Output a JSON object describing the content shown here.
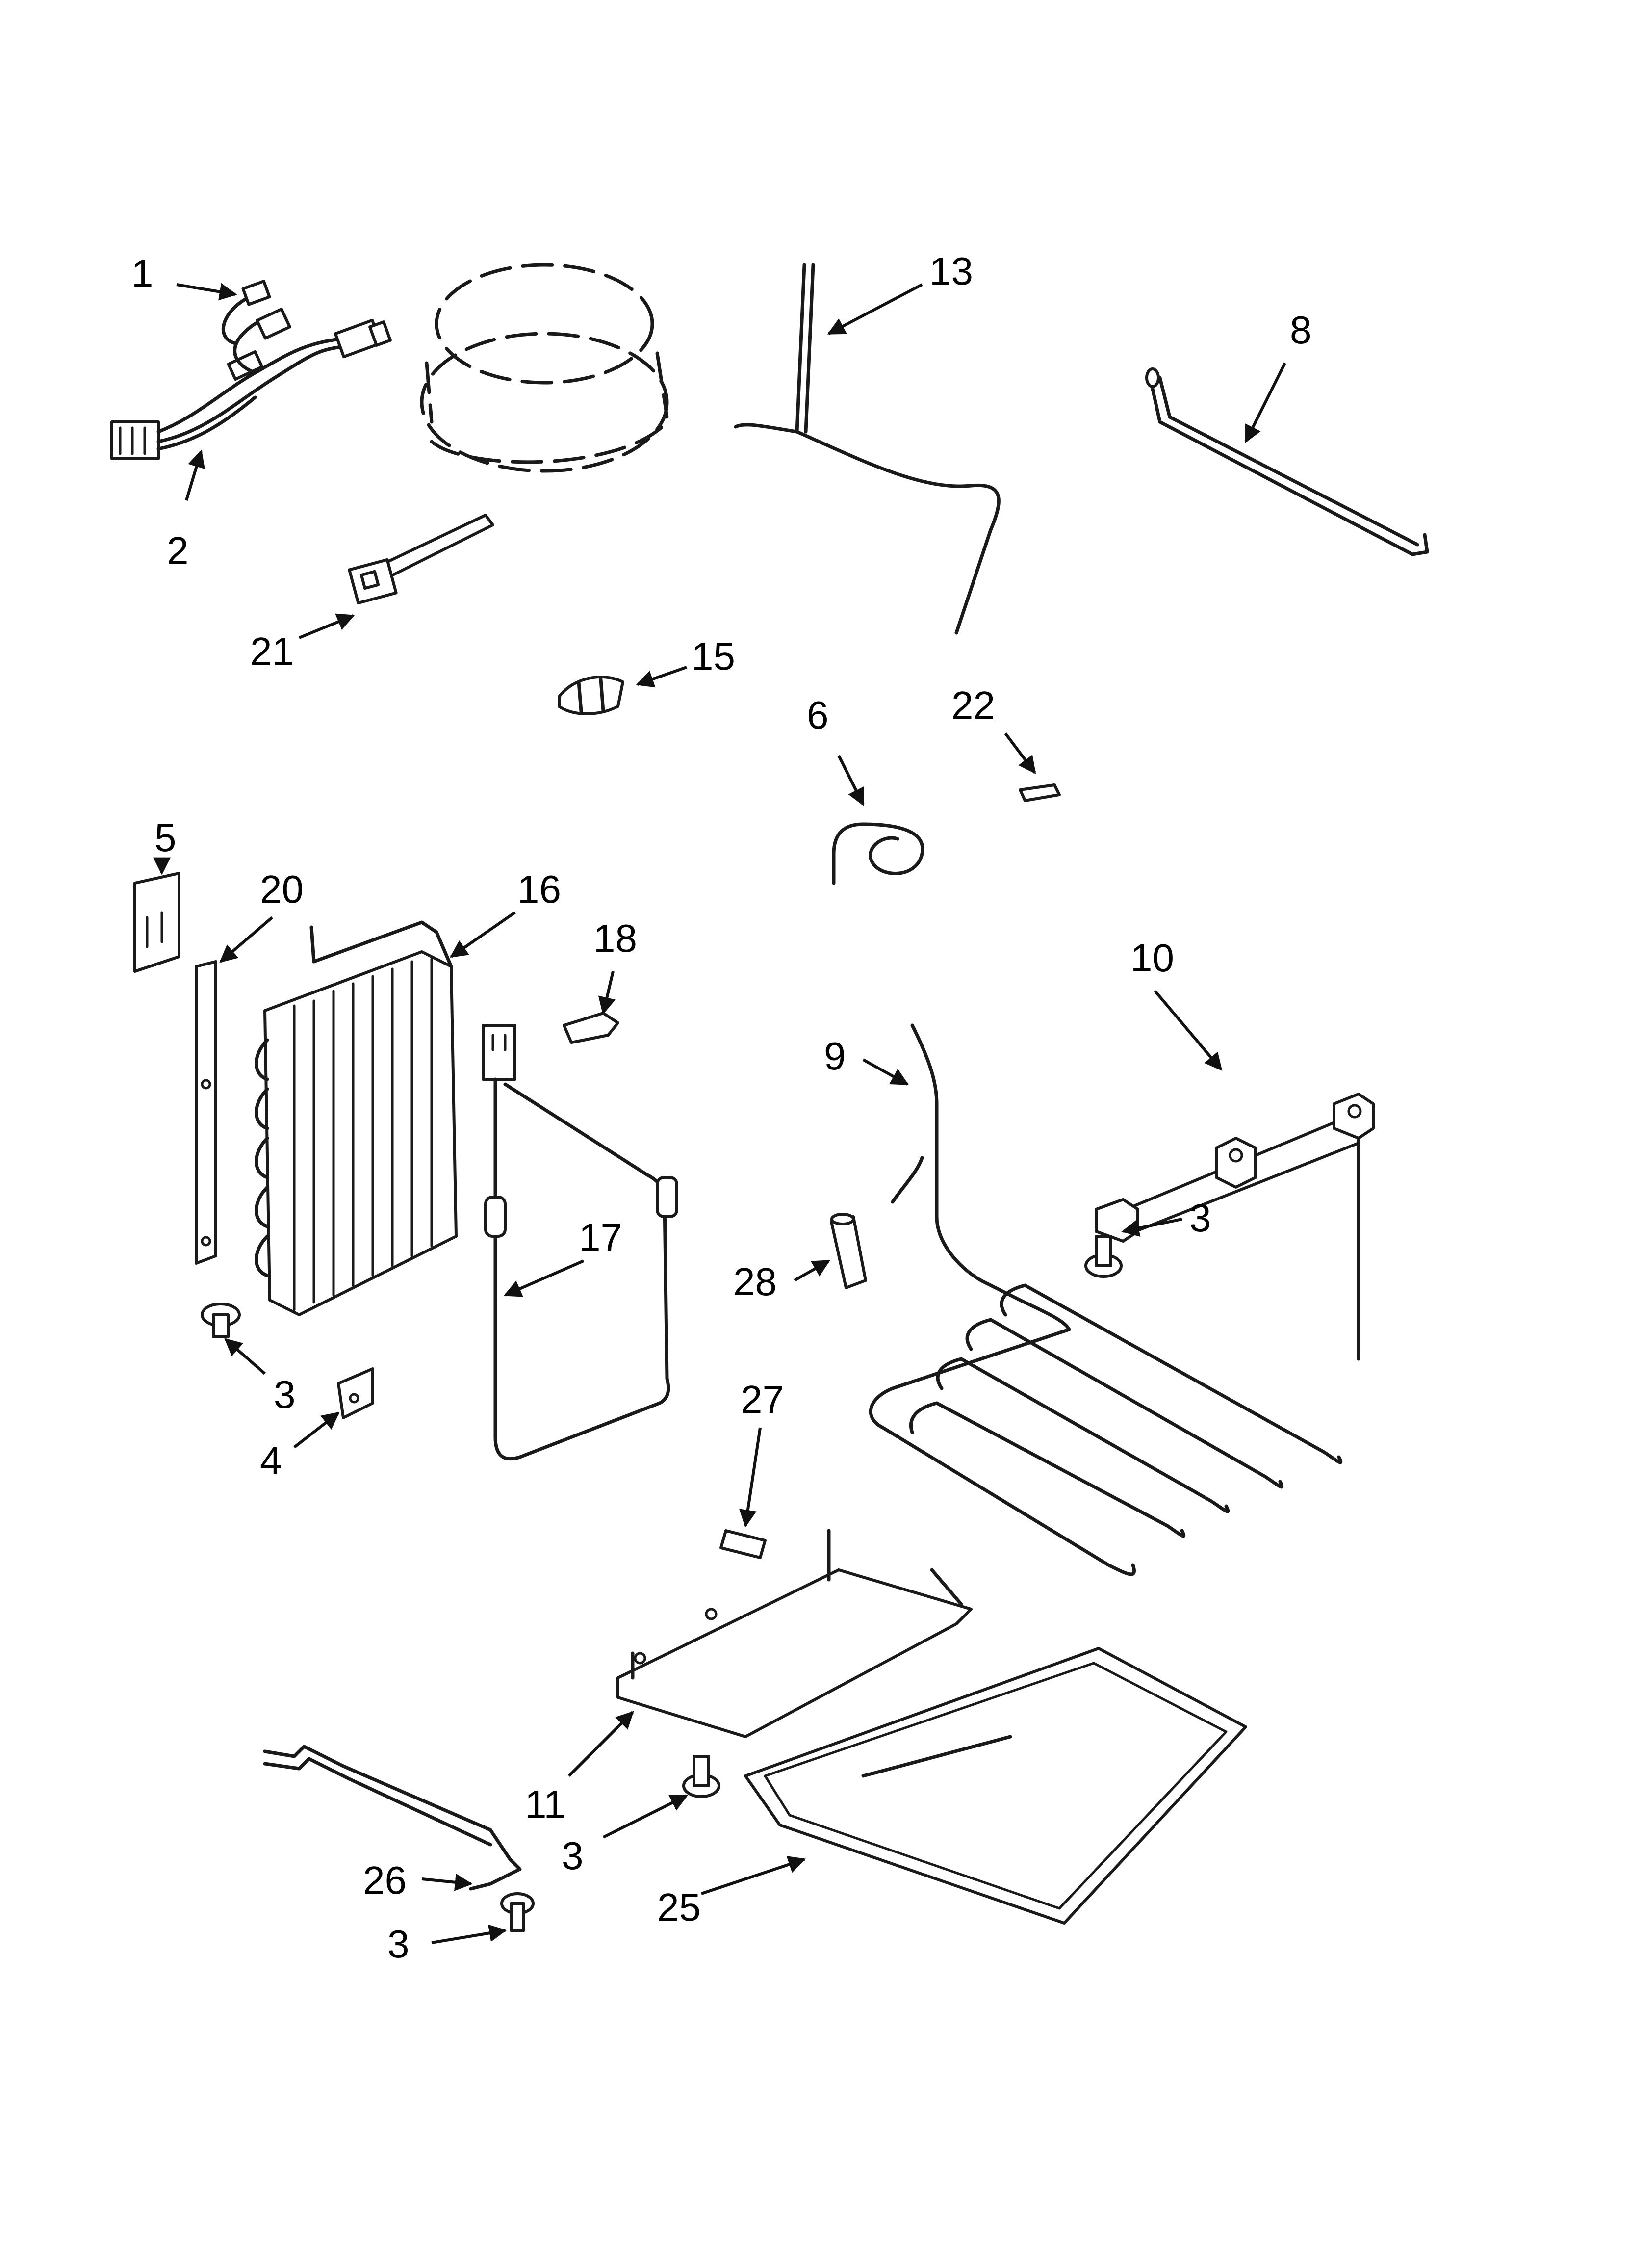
{
  "callouts": [
    {
      "id": "c1",
      "label": "1"
    },
    {
      "id": "c2",
      "label": "2"
    },
    {
      "id": "c13",
      "label": "13"
    },
    {
      "id": "c8",
      "label": "8"
    },
    {
      "id": "c21",
      "label": "21"
    },
    {
      "id": "c15",
      "label": "15"
    },
    {
      "id": "c6",
      "label": "6"
    },
    {
      "id": "c22",
      "label": "22"
    },
    {
      "id": "c5",
      "label": "5"
    },
    {
      "id": "c20",
      "label": "20"
    },
    {
      "id": "c16",
      "label": "16"
    },
    {
      "id": "c18",
      "label": "18"
    },
    {
      "id": "c10",
      "label": "10"
    },
    {
      "id": "c9",
      "label": "9"
    },
    {
      "id": "c3a",
      "label": "3"
    },
    {
      "id": "c17",
      "label": "17"
    },
    {
      "id": "c28",
      "label": "28"
    },
    {
      "id": "c3b",
      "label": "3"
    },
    {
      "id": "c4",
      "label": "4"
    },
    {
      "id": "c27",
      "label": "27"
    },
    {
      "id": "c11",
      "label": "11"
    },
    {
      "id": "c3c",
      "label": "3"
    },
    {
      "id": "c25",
      "label": "25"
    },
    {
      "id": "c26",
      "label": "26"
    },
    {
      "id": "c3d",
      "label": "3"
    }
  ]
}
